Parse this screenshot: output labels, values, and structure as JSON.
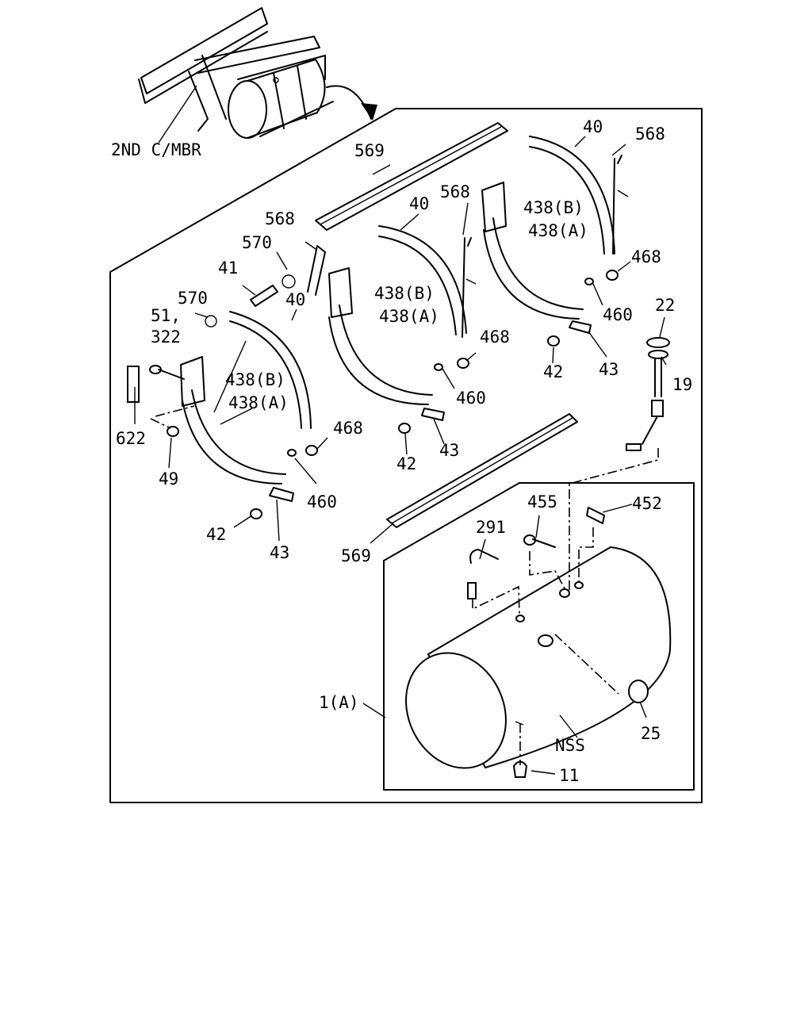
{
  "callouts": {
    "frame": "2ND C/MBR",
    "tank": "1(A)",
    "nss": "NSS",
    "c11": "11",
    "c19": "19",
    "c22": "22",
    "c25": "25",
    "c40": "40",
    "c41": "41",
    "c42": "42",
    "c43": "43",
    "c49": "49",
    "c51": "51,",
    "c291": "291",
    "c322": "322",
    "c438a": "438(A)",
    "c438b": "438(B)",
    "c452": "452",
    "c455": "455",
    "c460": "460",
    "c468": "468",
    "c568": "568",
    "c569": "569",
    "c570": "570",
    "c622": "622"
  }
}
